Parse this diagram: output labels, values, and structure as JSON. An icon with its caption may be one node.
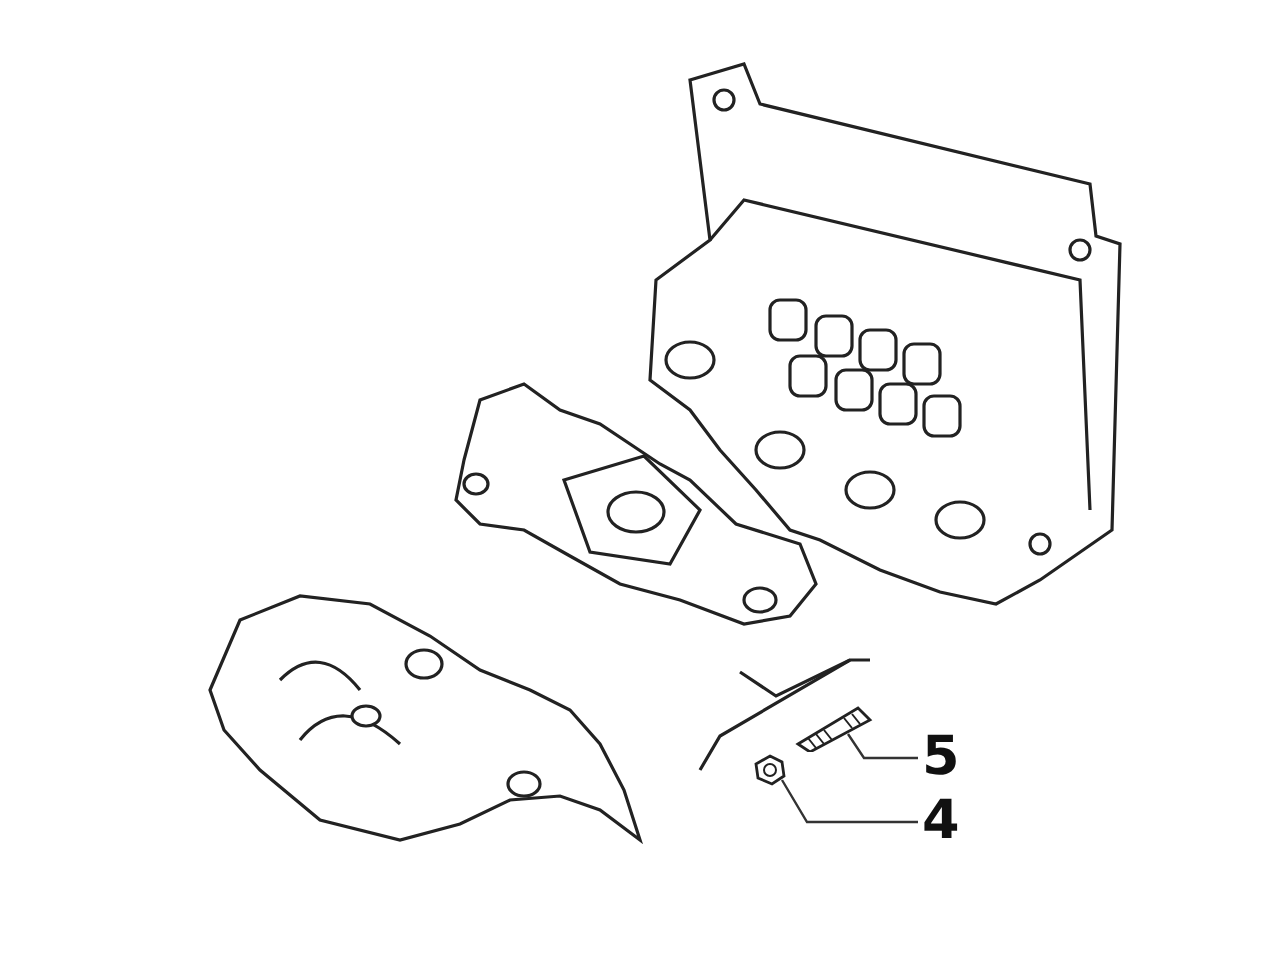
{
  "diagram": {
    "nodes": [
      {
        "text": [
          "5"
        ]
      },
      {
        "text": [],
        "shape": "picture"
      },
      {
        "text": [
          "4"
        ]
      },
      {
        "text": [],
        "shape": "picture"
      }
    ],
    "edges": [
      {
        "from": 0,
        "to": 1,
        "arrow": "none"
      },
      {
        "from": 2,
        "to": 3,
        "arrow": "none"
      }
    ]
  }
}
